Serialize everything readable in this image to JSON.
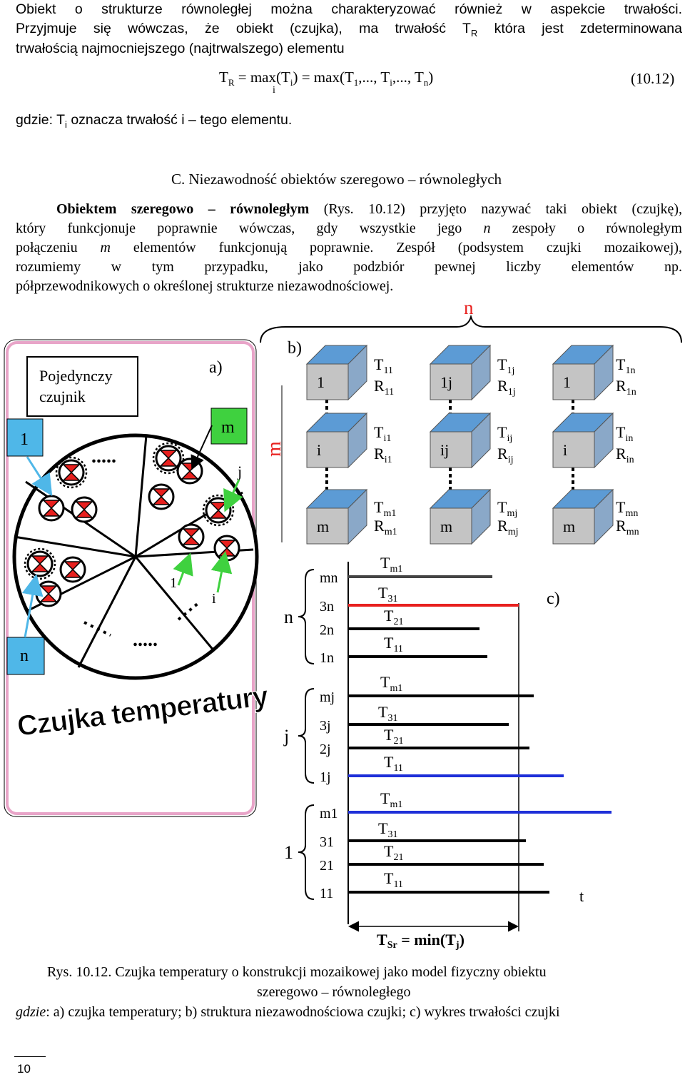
{
  "intro": {
    "line1": "Obiekt o strukturze równoległej można charakteryzować również w aspekcie trwałości.",
    "line2_a": "Przyjmuje się wówczas, że obiekt (czujka), ma trwałość T",
    "line2_sub": "R",
    "line2_b": " która jest zdeterminowana",
    "line3": "trwałością najmocniejszego (najtrwalszego) elementu"
  },
  "formula": {
    "lhs": "T",
    "lhs_sub": "R",
    "middle": "= max(T",
    "mid_sub": "i",
    "under_i": "i",
    "rhs": ") = max(T",
    "rhs_sub1": "1",
    "rhs_mid": ",..., T",
    "rhs_sub2": "i",
    "rhs_mid2": ",..., T",
    "rhs_sub3": "n",
    "rhs_end": ")",
    "number": "(10.12)"
  },
  "gdzie": {
    "text_a": "gdzie: T",
    "sub": "i",
    "text_b": " oznacza trwałość i – tego elementu."
  },
  "section": {
    "heading": "C. Niezawodność obiektów szeregowo – równoległych"
  },
  "body": {
    "bold_lead": "Obiektem szeregowo – równoległym",
    "line1_rest": " (Rys. 10.12) przyjęto nazywać taki obiekt (czujkę),",
    "line2_a": "który funkcjonuje poprawnie wówczas, gdy wszystkie jego ",
    "line2_n": "n",
    "line2_b": " zespoły o równoległym",
    "line3_a": "połączeniu ",
    "line3_m": "m",
    "line3_b": " elementów funkcjonują poprawnie. Zespół (podsystem czujki mozaikowej),",
    "line4": "rozumiemy w tym przypadku, jako podzbiór pewnej liczby elementów np.",
    "line5": "półprzewodnikowych o określonej strukturze niezawodnościowej."
  },
  "figure": {
    "top_n": "n",
    "a": {
      "label": "a)",
      "box_line1": "Pojedynczy",
      "box_line2": "czujnik",
      "left_1": "1",
      "left_n": "n",
      "m": "m",
      "j": "j",
      "one": "1",
      "i": "i",
      "banner": "Czujka temperatury",
      "dots": "....."
    },
    "b": {
      "label": "b)",
      "m_side": "m",
      "columns": [
        {
          "top": "1",
          "mid": "i",
          "bot": "m",
          "t1": "T",
          "t1s": "11",
          "r1": "R",
          "r1s": "11",
          "t2": "T",
          "t2s": "i1",
          "r2": "R",
          "r2s": "i1",
          "t3": "T",
          "t3s": "m1",
          "r3": "R",
          "r3s": "m1"
        },
        {
          "top": "1j",
          "mid": "ij",
          "bot": "m",
          "t1": "T",
          "t1s": "1j",
          "r1": "R",
          "r1s": "1j",
          "t2": "T",
          "t2s": "ij",
          "r2": "R",
          "r2s": "ij",
          "t3": "T",
          "t3s": "mj",
          "r3": "R",
          "r3s": "mj"
        },
        {
          "top": "1",
          "mid": "i",
          "bot": "m",
          "t1": "T",
          "t1s": "1n",
          "r1": "R",
          "r1s": "1n",
          "t2": "T",
          "t2s": "in",
          "r2": "R",
          "r2s": "in",
          "t3": "T",
          "t3s": "mn",
          "r3": "R",
          "r3s": "mn"
        }
      ]
    },
    "c": {
      "label": "c)",
      "axis_t": "t",
      "groups": [
        {
          "name": "n",
          "rows": [
            "mn",
            "3n",
            "2n",
            "1n"
          ],
          "tlabels": [
            [
              "T",
              "m1"
            ],
            [
              "T",
              "31"
            ],
            [
              "T",
              "21"
            ],
            [
              "T",
              "11"
            ]
          ]
        },
        {
          "name": "j",
          "rows": [
            "mj",
            "3j",
            "2j",
            "1j"
          ],
          "tlabels": [
            [
              "T",
              "m1"
            ],
            [
              "T",
              "31"
            ],
            [
              "T",
              "21"
            ],
            [
              "T",
              "11"
            ]
          ]
        },
        {
          "name": "1",
          "rows": [
            "m1",
            "31",
            "21",
            "11"
          ],
          "tlabels": [
            [
              "T",
              "m1"
            ],
            [
              "T",
              "31"
            ],
            [
              "T",
              "21"
            ],
            [
              "T",
              "11"
            ]
          ]
        }
      ],
      "tsr_a": "T",
      "tsr_sub": "Sr",
      "tsr_b": " = min(T",
      "tsr_sub2": "j",
      "tsr_c": ")"
    },
    "colors": {
      "red": "#e8201e",
      "blue": "#1e2fd8",
      "gray": "#444444",
      "cube_front": "#c4c4c4",
      "cube_top": "#5c9bd5",
      "cube_side": "#8aa8c8",
      "bg_cyan": "#4fb7e8",
      "green": "#3fd13f",
      "pink": "#e8a4c8"
    }
  },
  "caption": {
    "line1": "Rys. 10.12. Czujka temperatury o konstrukcji mozaikowej jako model fizyczny obiektu",
    "line2": "szeregowo – równoległego",
    "gdzie_label": "gdzie",
    "line3_rest": ": a) czujka temperatury; b) struktura niezawodnościowa czujki; c) wykres trwałości czujki"
  },
  "page_number": "10"
}
